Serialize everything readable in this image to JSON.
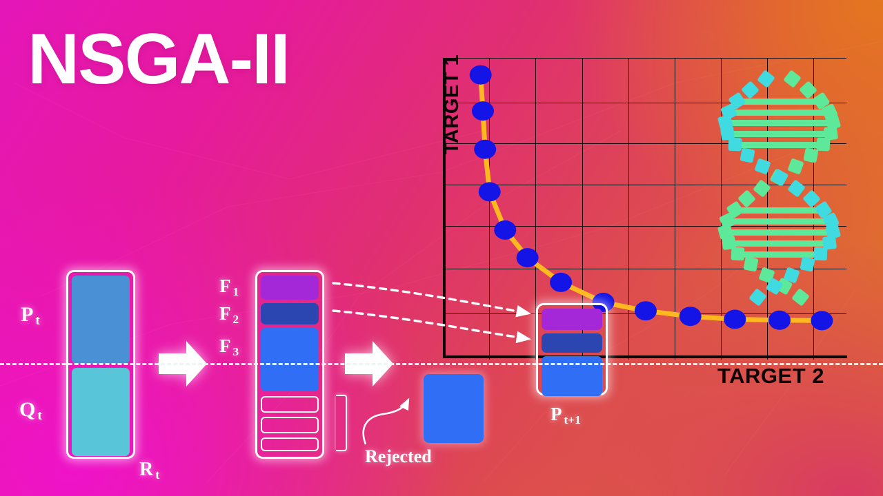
{
  "title": "NSGA-II",
  "colors": {
    "pareto_dot": "#1414e6",
    "pareto_curve": "#ffb81f",
    "front1": "#a428d8",
    "front2": "#2b46b0",
    "front3": "#2f6ef5",
    "parent_pop": "#4a90d4",
    "offspring_pop": "#58c6d8",
    "dna_green": "#5ee89a",
    "dna_cyan": "#3fdbe0",
    "bg_magenta": "#e516b9",
    "bg_orange": "#e0791f",
    "bg_rose": "#d93a63"
  },
  "chart_data": {
    "type": "scatter",
    "title": "",
    "xlabel": "TARGET 2",
    "ylabel": "TARGET 1",
    "grid": true,
    "legend": false,
    "xlim": [
      0,
      9
    ],
    "ylim": [
      0,
      7
    ],
    "series": [
      {
        "name": "Pareto front",
        "marker": "circle",
        "line": true,
        "x": [
          0.8,
          0.85,
          0.9,
          1.0,
          1.35,
          1.85,
          2.6,
          3.55,
          4.5,
          5.5,
          6.5,
          7.5,
          8.45
        ],
        "y": [
          6.6,
          5.75,
          4.85,
          3.85,
          2.95,
          2.3,
          1.72,
          1.25,
          1.05,
          0.92,
          0.85,
          0.83,
          0.82
        ]
      }
    ],
    "xticks": [
      0,
      1,
      2,
      3,
      4,
      5,
      6,
      7,
      8,
      9
    ],
    "yticks": [
      0,
      1,
      2,
      3,
      4,
      5,
      6,
      7
    ],
    "annotations": [
      "DNA double helix motif in upper-right quadrant"
    ]
  },
  "diagram": {
    "combined_population": {
      "label": "R",
      "sub": "t",
      "segments": [
        {
          "name": "parent-population",
          "label": "P",
          "sub": "t",
          "color": "#4a90d4"
        },
        {
          "name": "offspring-population",
          "label": "Q",
          "sub": "t",
          "color": "#58c6d8"
        }
      ]
    },
    "sorted_fronts": {
      "labels": [
        {
          "label": "F",
          "sub": "1"
        },
        {
          "label": "F",
          "sub": "2"
        },
        {
          "label": "F",
          "sub": "3"
        }
      ],
      "segments": [
        {
          "name": "front-1",
          "color": "#a428d8"
        },
        {
          "name": "front-2",
          "color": "#2b46b0"
        },
        {
          "name": "front-3",
          "color": "#2f6ef5"
        },
        {
          "name": "front-4-empty",
          "color": "transparent"
        },
        {
          "name": "front-5-empty",
          "color": "transparent"
        },
        {
          "name": "front-6-empty",
          "color": "transparent"
        }
      ]
    },
    "rejected": {
      "label": "Rejected",
      "color": "#2f6ef5"
    },
    "next_population": {
      "label": "P",
      "sub": "t+1",
      "segments": [
        {
          "name": "front-1",
          "color": "#a428d8"
        },
        {
          "name": "front-2",
          "color": "#2b46b0"
        },
        {
          "name": "front-3-truncated",
          "color": "#2f6ef5"
        }
      ]
    },
    "arrows": {
      "step1": "non-dominated-sorting-arrow",
      "step2": "crowding-distance-arrow",
      "dashed_cut": "population-size-cut-line"
    }
  }
}
